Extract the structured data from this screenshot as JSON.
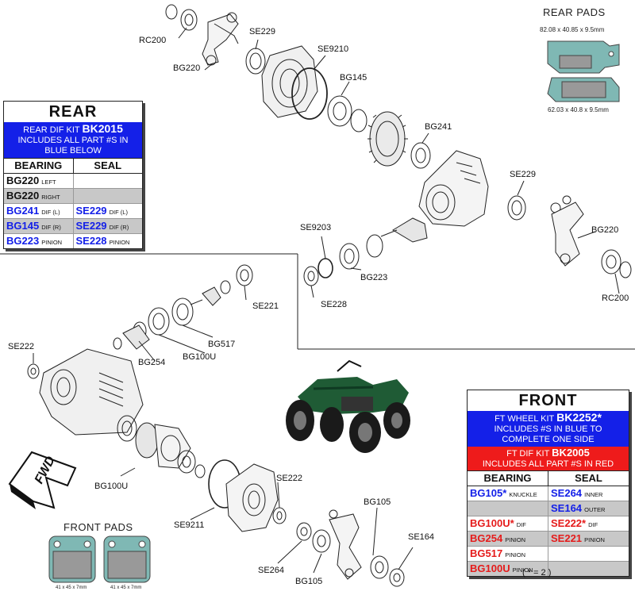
{
  "labels": {
    "rc200_top": "RC200",
    "bg220_top": "BG220",
    "se229_top": "SE229",
    "se9210": "SE9210",
    "bg145": "BG145",
    "bg241": "BG241",
    "se229_mid": "SE229",
    "bg220_right": "BG220",
    "rc200_right": "RC200",
    "se9203": "SE9203",
    "bg223": "BG223",
    "se228": "SE228",
    "se221": "SE221",
    "bg517": "BG517",
    "bg100u_upper": "BG100U",
    "bg254": "BG254",
    "se222_left": "SE222",
    "bg100u_lower": "BG100U",
    "se222_mid": "SE222",
    "se9211": "SE9211",
    "bg105_right": "BG105",
    "se164": "SE164",
    "se264": "SE264",
    "bg105_bottom": "BG105",
    "fwd": "FWD"
  },
  "rear_pads": {
    "title": "REAR PADS",
    "dim_top": "82.08 x 40.85 x 9.5mm",
    "dim_bottom": "62.03 x 40.8 x 9.5mm"
  },
  "front_pads": {
    "title": "FRONT PADS",
    "dim_left": "41 x 45 x 7mm",
    "dim_right": "41 x 45 x 7mm"
  },
  "rear_table": {
    "title": "REAR",
    "kit_line1_pre": "REAR DIF KIT ",
    "kit_code": "BK2015",
    "kit_line2": "INCLUDES ALL PART #S IN",
    "kit_line3": "BLUE BELOW",
    "col_bearing": "BEARING",
    "col_seal": "SEAL",
    "rows": [
      {
        "bearing": "BG220",
        "bearing_note": "LEFT",
        "seal": "",
        "seal_note": ""
      },
      {
        "bearing": "BG220",
        "bearing_note": "RIGHT",
        "seal": "",
        "seal_note": ""
      },
      {
        "bearing": "BG241",
        "bearing_note": "DIF (L)",
        "seal": "SE229",
        "seal_note": "DIF (L)"
      },
      {
        "bearing": "BG145",
        "bearing_note": "DIF (R)",
        "seal": "SE229",
        "seal_note": "DIF (R)"
      },
      {
        "bearing": "BG223",
        "bearing_note": "PINION",
        "seal": "SE228",
        "seal_note": "PINION"
      }
    ]
  },
  "front_table": {
    "title": "FRONT",
    "wheel_kit_pre": "FT WHEEL KIT ",
    "wheel_kit_code": "BK2252*",
    "wheel_line2": "INCLUDES #S IN BLUE TO",
    "wheel_line3": "COMPLETE ONE SIDE",
    "dif_kit_pre": "FT DIF KIT ",
    "dif_kit_code": "BK2005",
    "dif_line2": "INCLUDES ALL PART #S IN RED",
    "col_bearing": "BEARING",
    "col_seal": "SEAL",
    "rows": [
      {
        "bearing": "BG105*",
        "bearing_note": "KNUCKLE",
        "seal": "SE264",
        "seal_note": "INNER"
      },
      {
        "bearing": "",
        "bearing_note": "",
        "seal": "SE164",
        "seal_note": "OUTER"
      },
      {
        "bearing": "BG100U*",
        "bearing_note": "DIF",
        "seal": "SE222*",
        "seal_note": "DIF"
      },
      {
        "bearing": "BG254",
        "bearing_note": "PINION",
        "seal": "SE221",
        "seal_note": "PINION"
      },
      {
        "bearing": "BG517",
        "bearing_note": "PINION",
        "seal": "",
        "seal_note": ""
      },
      {
        "bearing": "BG100U",
        "bearing_note": "PINION",
        "seal": "",
        "seal_note": ""
      }
    ],
    "footnote": "( * = 2 )"
  },
  "colors": {
    "blue": "#1420e8",
    "red": "#e51b1b",
    "pad_fill": "#7fb8b4",
    "atv_green": "#1f5b35"
  }
}
